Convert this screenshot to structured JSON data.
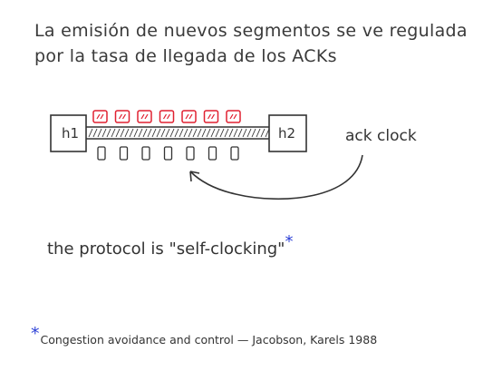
{
  "heading": {
    "line1": "La emisión de nuevos segmentos se ve regulada",
    "line2": "por la tasa de llegada de los ACKs"
  },
  "diagram": {
    "host_left": "h1",
    "host_right": "h2",
    "ack_label": "ack clock",
    "segment_count": 7,
    "ack_count": 7,
    "colors": {
      "segment": "#e02030",
      "ink": "#333333",
      "asterisk": "#2b3fd6"
    }
  },
  "claim": {
    "text": "the protocol is \"self-clocking\"",
    "marker": "*"
  },
  "footnote": {
    "marker": "*",
    "text": "Congestion avoidance and control — Jacobson, Karels 1988"
  }
}
